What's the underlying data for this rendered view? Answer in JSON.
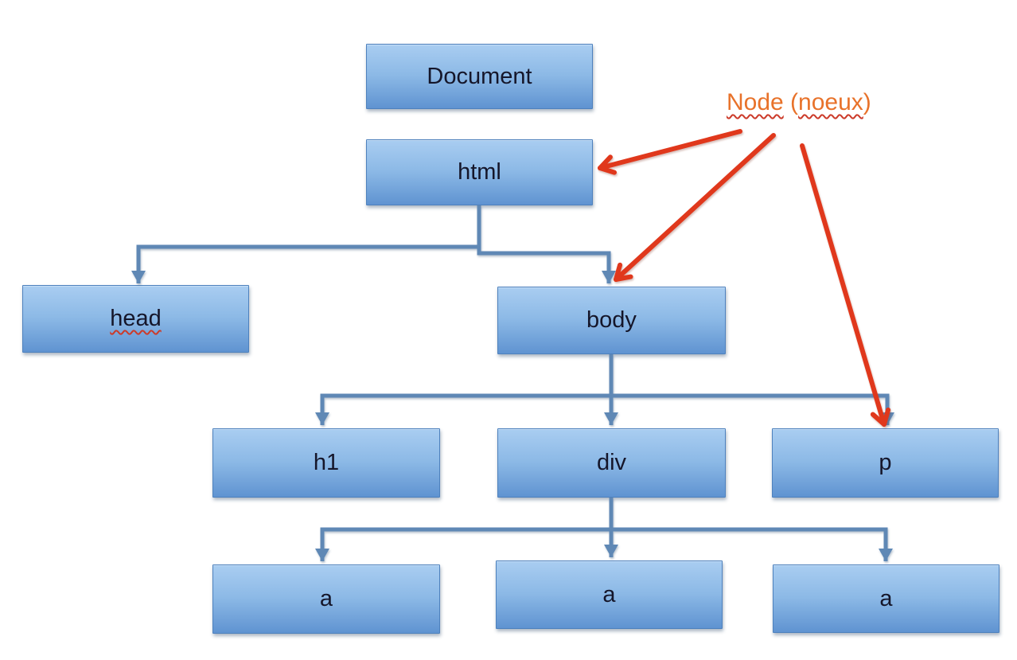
{
  "diagram": {
    "annotation": {
      "word1": "Node",
      "sep": " (",
      "word2": "noeux",
      "close": ")",
      "full_text": "Node (noeux)",
      "points_to": [
        "html",
        "body",
        "p"
      ]
    },
    "nodes": {
      "document": "Document",
      "html": "html",
      "head": "head",
      "body": "body",
      "h1": "h1",
      "div": "div",
      "p": "p",
      "a1": "a",
      "a2": "a",
      "a3": "a"
    },
    "tree_edges": [
      "html -> head",
      "html -> body",
      "body -> h1",
      "body -> div",
      "body -> p",
      "div -> a (1)",
      "div -> a (2)",
      "div -> a (3)"
    ],
    "colors": {
      "box_fill_top": "#a9cdf1",
      "box_fill_bottom": "#5f93d1",
      "box_border": "#4e81bd",
      "connector_blue": "#5e88b5",
      "arrow_red": "#e0371c",
      "annotation_orange": "#e8722a",
      "squiggle_red": "#cc3b2a",
      "box_text": "#15162a"
    }
  }
}
